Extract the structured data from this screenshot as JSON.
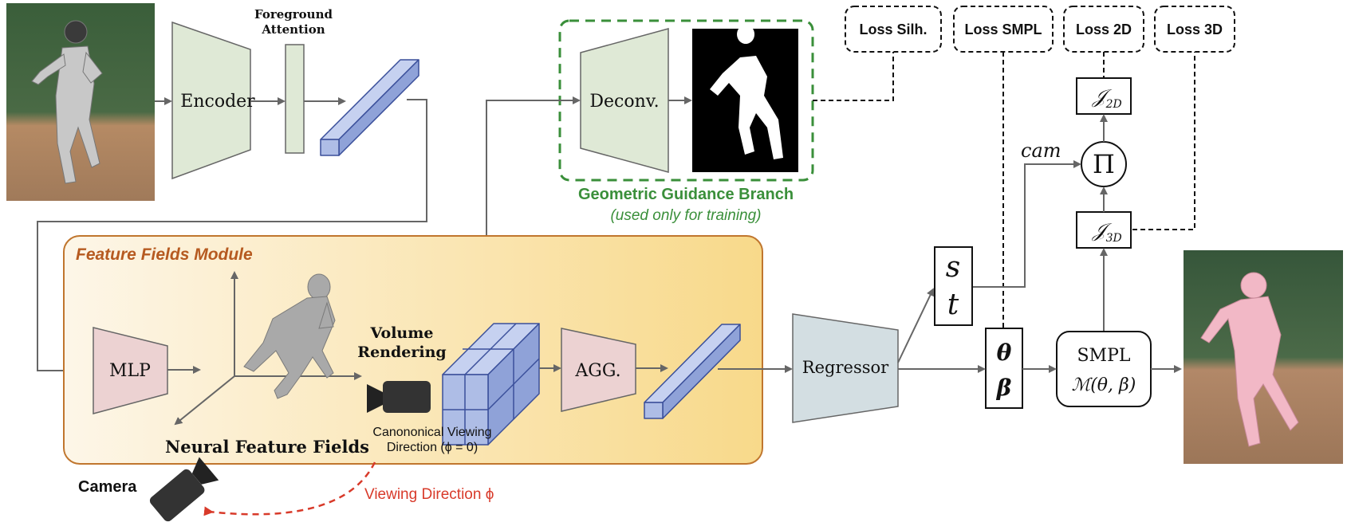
{
  "labels": {
    "foreground_attention_line1": "Foreground",
    "foreground_attention_line2": "Attention",
    "encoder": "Encoder",
    "deconv": "Deconv.",
    "geo_branch_title": "Geometric Guidance Branch",
    "geo_branch_note": "(used only for training)",
    "loss_silh": "Loss Silh.",
    "loss_smpl": "Loss SMPL",
    "loss_2d": "Loss 2D",
    "loss_3d": "Loss 3D",
    "j2d_main": "𝒥",
    "j2d_sub": "2D",
    "j3d_main": "𝒥",
    "j3d_sub": "3D",
    "pi": "Π",
    "cam": "cam",
    "feature_fields_module": "Feature Fields Module",
    "mlp": "MLP",
    "volume_rendering_line1": "Volume",
    "volume_rendering_line2": "Rendering",
    "agg": "AGG.",
    "regressor": "Regressor",
    "s": "s",
    "t": "t",
    "theta": "θ",
    "beta": "β",
    "smpl": "SMPL",
    "smpl_formula": "ℳ(θ, β)",
    "neural_feature_fields": "Neural Feature Fields",
    "canonical_line1": "Canononical Viewing",
    "canonical_line2": "Direction (ϕ = 0)",
    "camera": "Camera",
    "viewing_direction": "Viewing Direction ϕ"
  },
  "colors": {
    "encoder_fill": "#dfe9d6",
    "mlp_fill": "#ecd2d2",
    "regressor_fill": "#d3dee2",
    "feature_cube_fill": "#aebde6",
    "feature_cube_edge": "#3a4f9a",
    "module_border": "#c0762e",
    "module_title": "#b65a20",
    "geo_branch": "#3a8f3a",
    "view_dir": "#d83a2a",
    "arrow": "#666666"
  }
}
